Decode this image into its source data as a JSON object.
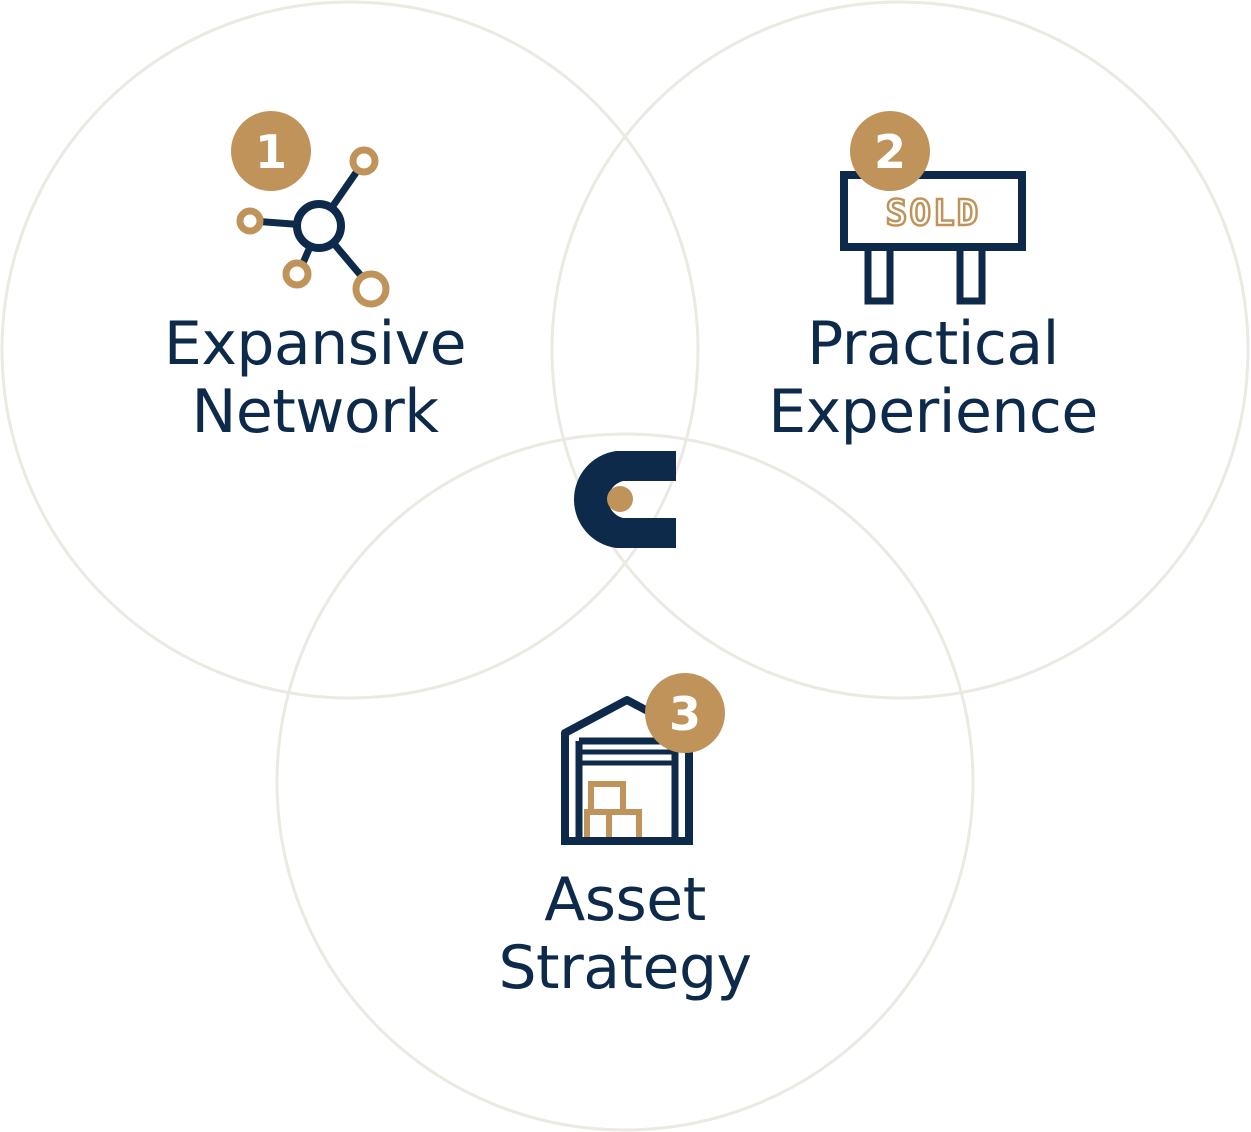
{
  "colors": {
    "navy": "#0d2a4a",
    "gold": "#c0935a",
    "ring": "#ece9e2",
    "background": "#ffffff"
  },
  "segments": [
    {
      "number": "1",
      "line1": "Expansive",
      "line2": "Network",
      "icon": "network-icon"
    },
    {
      "number": "2",
      "line1": "Practical",
      "line2": "Experience",
      "icon": "sold-sign-icon",
      "sign_text": "SOLD"
    },
    {
      "number": "3",
      "line1": "Asset",
      "line2": "Strategy",
      "icon": "warehouse-icon"
    }
  ],
  "center_logo": {
    "icon": "c-logo-icon"
  }
}
